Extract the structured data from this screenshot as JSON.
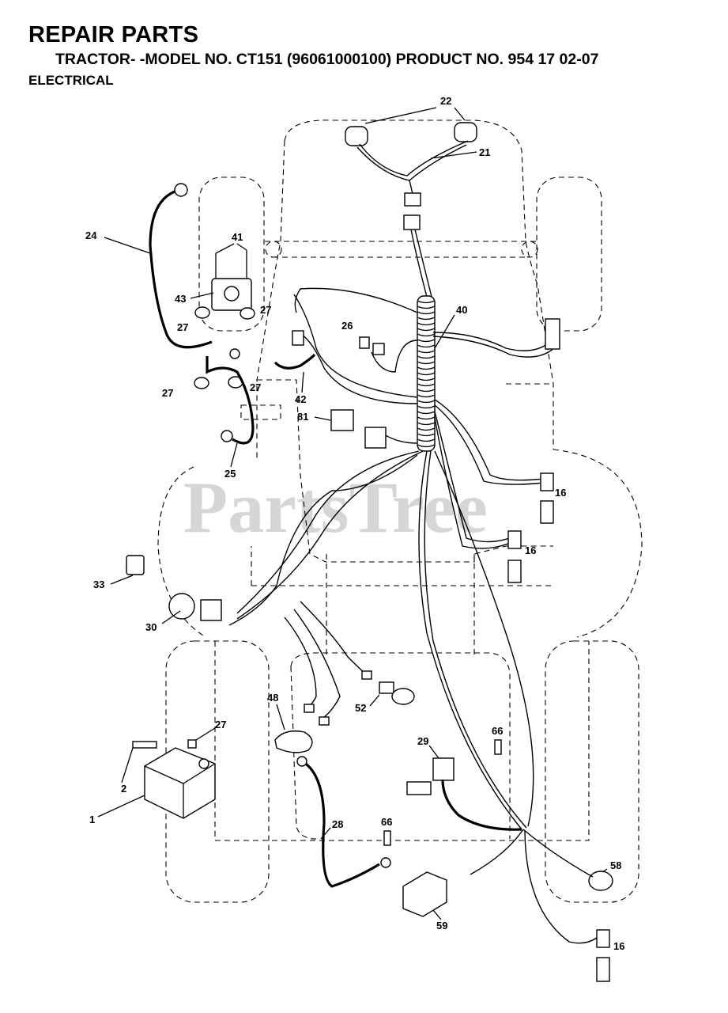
{
  "header": {
    "title": "REPAIR PARTS",
    "subtitle": "TRACTOR- -MODEL NO. CT151 (96061000100) PRODUCT NO. 954 17 02-07",
    "section": "ELECTRICAL"
  },
  "watermark": "PartsTree",
  "callouts": {
    "c22": "22",
    "c21": "21",
    "c24": "24",
    "c41": "41",
    "c43": "43",
    "c27a": "27",
    "c27b": "27",
    "c27c": "27",
    "c27d": "27",
    "c27e": "27",
    "c26": "26",
    "c40": "40",
    "c42": "42",
    "c81": "81",
    "c25": "25",
    "c16a": "16",
    "c16b": "16",
    "c16c": "16",
    "c33": "33",
    "c30": "30",
    "c48": "48",
    "c52": "52",
    "c29": "29",
    "c66a": "66",
    "c66b": "66",
    "c2": "2",
    "c1": "1",
    "c28": "28",
    "c58": "58",
    "c59": "59"
  }
}
